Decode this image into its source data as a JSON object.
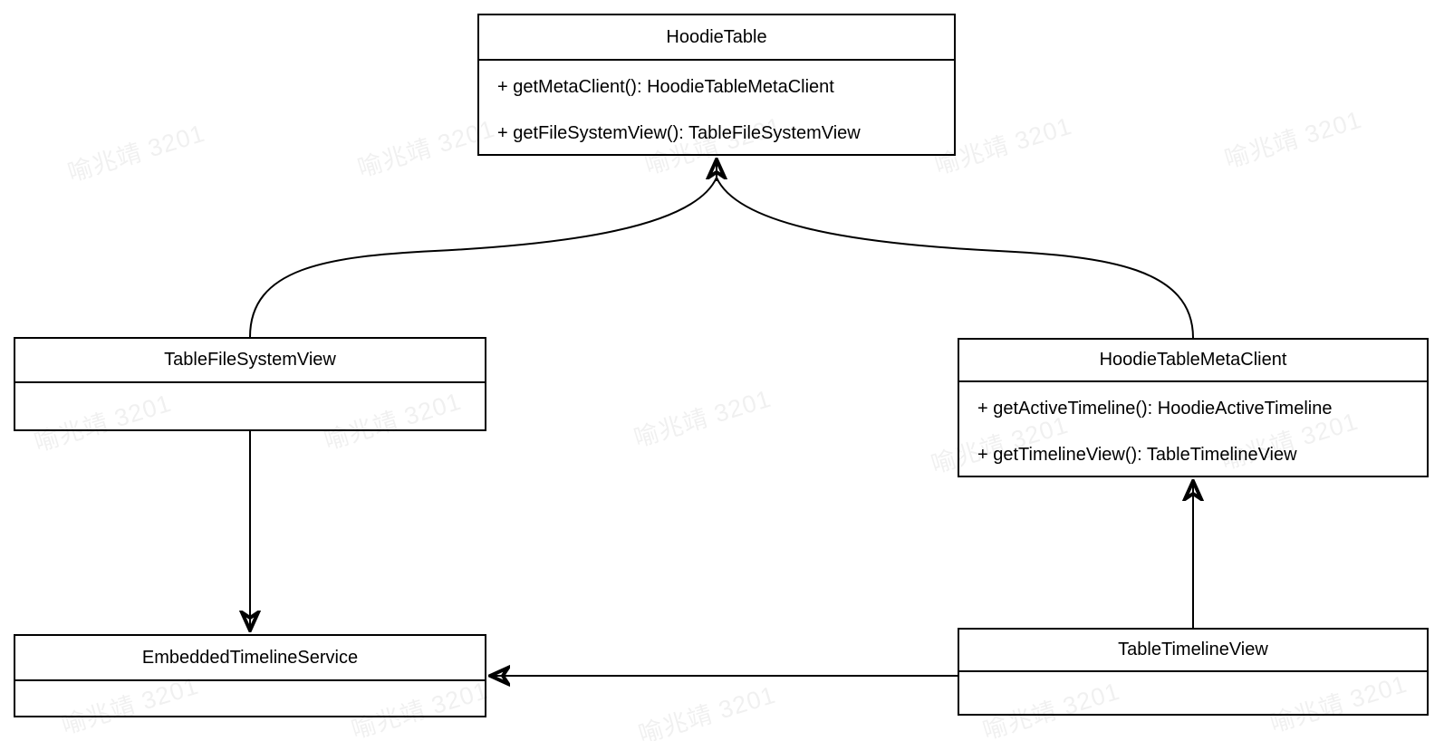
{
  "diagram": {
    "type": "uml-class-diagram",
    "colors": {
      "background": "#ffffff",
      "box_fill": "#ffffff",
      "box_border": "#000000",
      "line": "#000000",
      "watermark": "rgba(0,0,0,0.055)"
    },
    "classes": [
      {
        "name": "HoodieTable",
        "methods": [
          "+ getMetaClient(): HoodieTableMetaClient",
          "+ getFileSystemView(): TableFileSystemView"
        ]
      },
      {
        "name": "TableFileSystemView",
        "methods": []
      },
      {
        "name": "HoodieTableMetaClient",
        "methods": [
          "+ getActiveTimeline(): HoodieActiveTimeline",
          "+ getTimelineView(): TableTimelineView"
        ]
      },
      {
        "name": "EmbeddedTimelineService",
        "methods": []
      },
      {
        "name": "TableTimelineView",
        "methods": []
      }
    ],
    "relationships": [
      {
        "from": "TableFileSystemView",
        "to": "HoodieTable",
        "type": "directed-arrow",
        "style": "curved"
      },
      {
        "from": "HoodieTableMetaClient",
        "to": "HoodieTable",
        "type": "directed-arrow",
        "style": "curved"
      },
      {
        "from": "TableFileSystemView",
        "to": "EmbeddedTimelineService",
        "type": "directed-arrow",
        "style": "straight-vertical"
      },
      {
        "from": "TableTimelineView",
        "to": "HoodieTableMetaClient",
        "type": "directed-arrow",
        "style": "straight-vertical"
      },
      {
        "from": "TableTimelineView",
        "to": "EmbeddedTimelineService",
        "type": "directed-arrow",
        "style": "straight-horizontal"
      }
    ]
  },
  "watermark": {
    "text": "喻兆靖 3201"
  }
}
